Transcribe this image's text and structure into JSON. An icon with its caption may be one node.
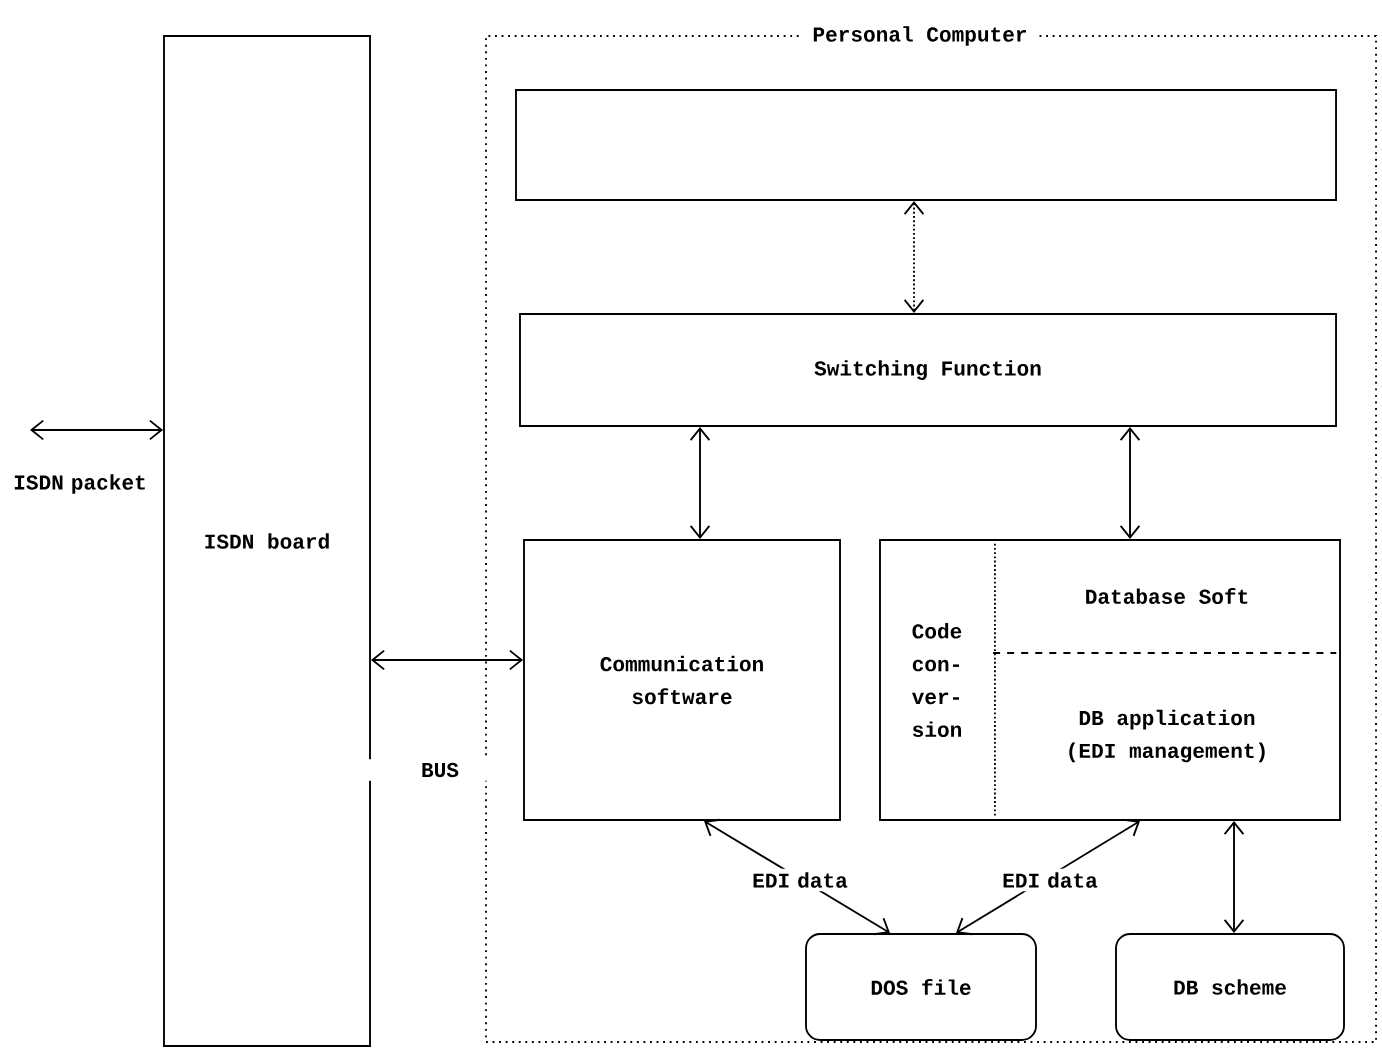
{
  "diagram": {
    "nodes": [
      {
        "text": [
          "Personal Computer"
        ]
      },
      {
        "text": [],
        "shape": "box",
        "in": 0
      },
      {
        "text": [
          "Switching Function"
        ],
        "in": 0
      },
      {
        "text": [
          "Communication software"
        ],
        "in": 0
      },
      {
        "text": [],
        "shape": "box",
        "in": 0
      },
      {
        "text": [
          "Code con- ver- sion"
        ],
        "in": 4
      },
      {
        "text": [
          "Database Soft"
        ],
        "in": 4
      },
      {
        "text": [
          "DB application (EDI management)"
        ],
        "in": 4
      },
      {
        "text": [
          "DOS file"
        ],
        "in": 0
      },
      {
        "text": [
          "DB scheme"
        ],
        "in": 0
      },
      {
        "text": [
          "ISDN board"
        ]
      }
    ],
    "edges": [
      {
        "from": 1,
        "to": 2,
        "arrow": "both",
        "style": "dashed"
      },
      {
        "from": 2,
        "to": 3,
        "arrow": "both"
      },
      {
        "from": 2,
        "to": 4,
        "arrow": "both"
      },
      {
        "from": 10,
        "to": 3,
        "arrow": "both",
        "label": "BUS"
      },
      {
        "from": 3,
        "to": 8,
        "arrow": "both",
        "label": "EDI data"
      },
      {
        "from": 4,
        "to": 8,
        "arrow": "both",
        "label": "EDI data"
      },
      {
        "from": 4,
        "to": 9,
        "arrow": "both"
      },
      {
        "from": null,
        "to": 10,
        "arrow": "both",
        "label": "ISDN packet"
      }
    ]
  }
}
